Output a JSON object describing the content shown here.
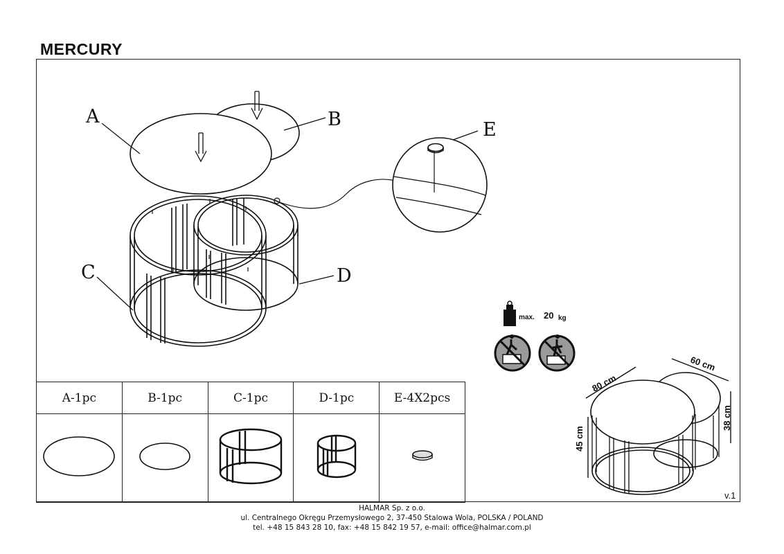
{
  "title": "MERCURY",
  "labels": {
    "a": "A",
    "b": "B",
    "c": "C",
    "d": "D",
    "e": "E"
  },
  "weight": {
    "prefix": "max.",
    "value": "20",
    "unit": "kg"
  },
  "dimensions": {
    "width_large": "80 cm",
    "width_small": "60 cm",
    "height_large": "45 cm",
    "height_small": "38 cm"
  },
  "parts": [
    {
      "label": "A-1pc"
    },
    {
      "label": "B-1pc"
    },
    {
      "label": "C-1pc"
    },
    {
      "label": "D-1pc"
    },
    {
      "label": "E-4X2pcs"
    }
  ],
  "version": "v.1",
  "footer": {
    "company": "HALMAR Sp. z o.o.",
    "address": "ul. Centralnego Okręgu Przemysłowego 2, 37-450 Stalowa Wola, POLSKA / POLAND",
    "contact": "tel. +48 15 843 28 10, fax: +48 15 842 19 57, e-mail: office@halmar.com.pl"
  }
}
